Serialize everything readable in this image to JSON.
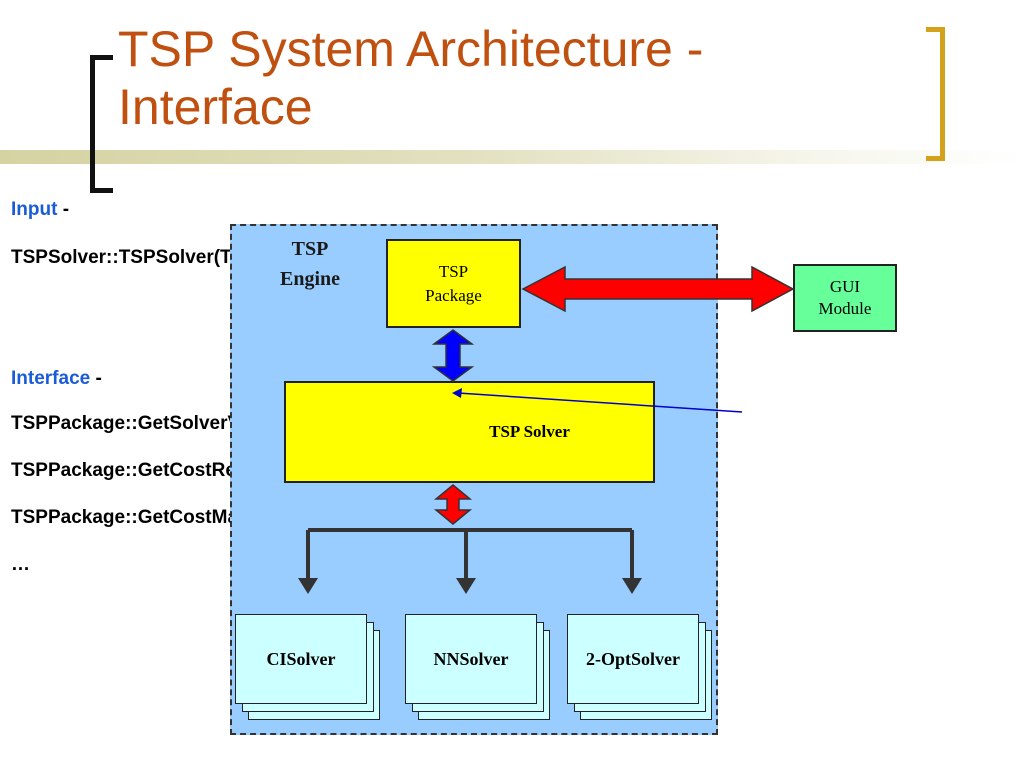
{
  "slide": {
    "title": "TSP System Architecture -\nInterface",
    "input_label": "Input",
    "input_dash": " -",
    "input_code": "TSPSolver::TSPSolver(TSPPackage& aPackage)",
    "interface_label": "Interface",
    "interface_dash": " -",
    "interface_methods": [
      "TSPPackage::GetSolverVersion()",
      "TSPPackage::GetCostRepOpt()",
      "TSPPackage::GetCostMatrix()",
      "…"
    ]
  },
  "diagram": {
    "engine_label": "TSP\nEngine",
    "package_label": "TSP\nPackage",
    "solver_label": "TSP Solver",
    "gui_label": "GUI\nModule",
    "solvers": [
      "CISolver",
      "NNSolver",
      "2-OptSolver"
    ]
  },
  "colors": {
    "title": "#c0500f",
    "keyword": "#1a5cd8",
    "engine_fill": "#99ccff",
    "yellow_box": "#ffff00",
    "gui_fill": "#66ff99",
    "solver_card": "#ccffff",
    "red_arrow": "#ff0000",
    "blue_arrow": "#0000ff",
    "bracket_left": "#111111",
    "bracket_right": "#d4a21a"
  },
  "icons": {
    "pkg_gui_arrow": "double-arrow-horizontal-icon",
    "pkg_solver_arrow": "double-arrow-vertical-icon",
    "solver_fanout": "tree-connector-icon",
    "pointer": "pointer-line-icon"
  }
}
